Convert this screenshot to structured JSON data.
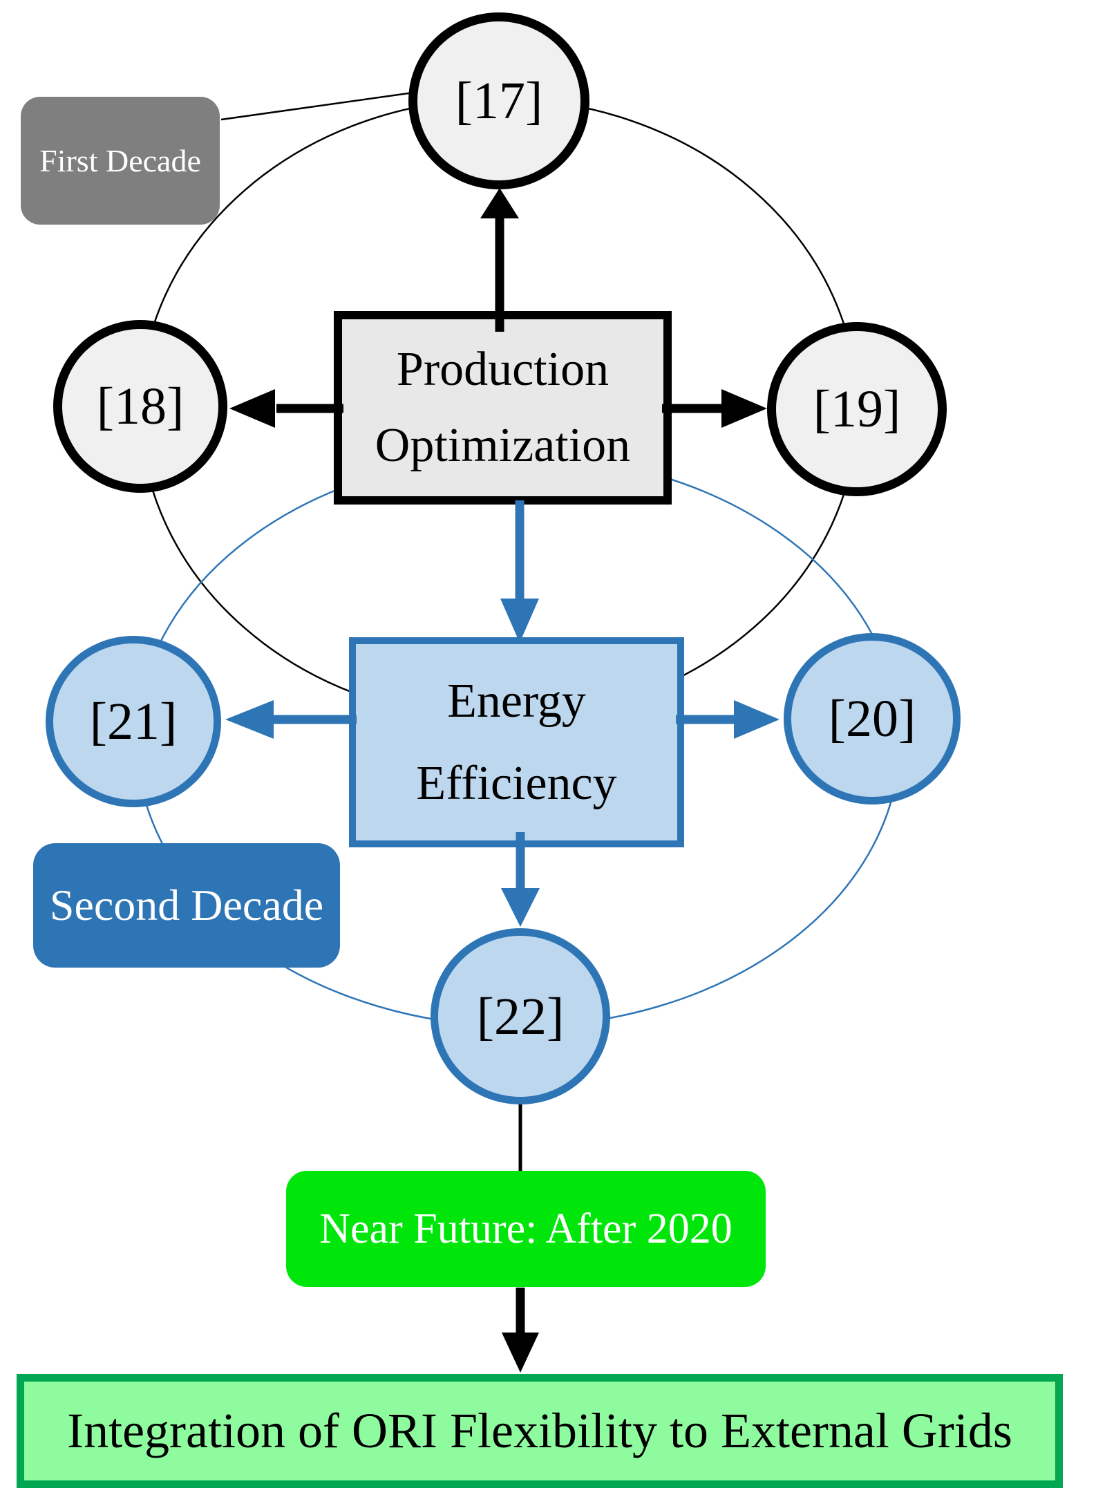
{
  "colors": {
    "black": "#000000",
    "blue": "#2E75B6",
    "light-blue": "#BDD7EE",
    "gray": "#7F7F7F",
    "box-gray": "#E8E8E8",
    "circle-gray": "#F0F0F0",
    "bright-green": "#00E60A",
    "light-green": "#8FFB9F",
    "dark-green": "#00A651",
    "white": "#FFFFFF"
  },
  "nodes": {
    "production": {
      "line1": "Production",
      "line2": "Optimization"
    },
    "energy": {
      "line1": "Energy",
      "line2": "Efficiency"
    },
    "ref17": "[17]",
    "ref18": "[18]",
    "ref19": "[19]",
    "ref20": "[20]",
    "ref21": "[21]",
    "ref22": "[22]"
  },
  "labels": {
    "first_decade": "First Decade",
    "second_decade": "Second Decade",
    "near_future": "Near Future: After 2020",
    "integration": "Integration of ORI Flexibility to External Grids"
  }
}
